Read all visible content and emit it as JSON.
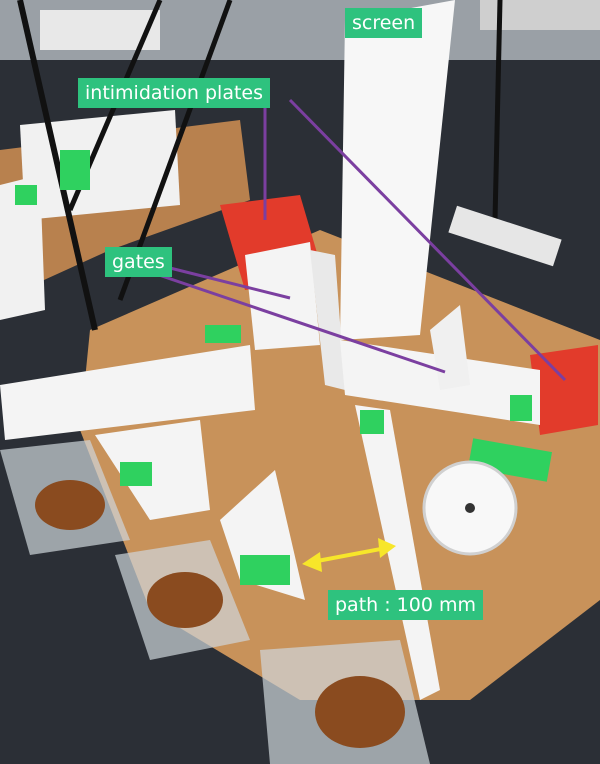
{
  "labels": {
    "screen": "screen",
    "intimidation_plates": "intimidation plates",
    "gates": "gates",
    "path": "path : 100 mm"
  },
  "colors": {
    "label_bg": "#2ec27e",
    "label_text": "#ffffff",
    "leader_line": "#7b3fa0",
    "arrow": "#f7e62a",
    "cork": "#c8925a",
    "wall": "#f4f4f4",
    "intimidation_plate": "#e23b2b",
    "tape": "#2fd15f",
    "bench": "#2b2f36"
  }
}
